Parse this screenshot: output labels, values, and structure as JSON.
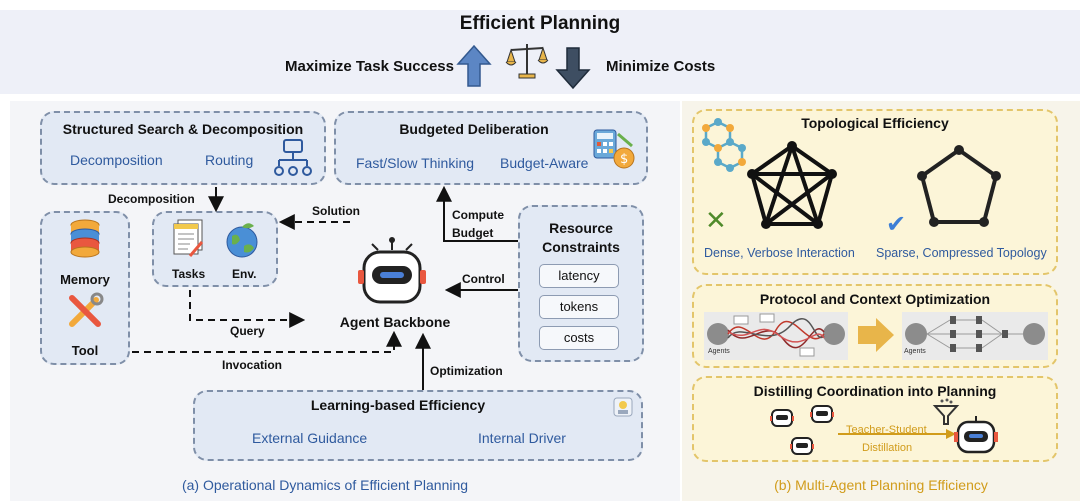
{
  "header": {
    "title": "Efficient Planning",
    "left_label": "Maximize Task Success",
    "right_label": "Minimize Costs"
  },
  "left": {
    "caption": "(a) Operational Dynamics of Efficient Planning",
    "search": {
      "title": "Structured Search & Decomposition",
      "item1": "Decomposition",
      "item2": "Routing"
    },
    "budget": {
      "title": "Budgeted Deliberation",
      "item1": "Fast/Slow Thinking",
      "item2": "Budget-Aware"
    },
    "memory_label": "Memory",
    "tool_label": "Tool",
    "tasks_label": "Tasks",
    "env_label": "Env.",
    "decomposition_arrow": "Decomposition",
    "solution_arrow": "Solution",
    "query_arrow": "Query",
    "invocation_arrow": "Invocation",
    "compute_budget_1": "Compute",
    "compute_budget_2": "Budget",
    "control_arrow": "Control",
    "optimization_arrow": "Optimization",
    "agent_label": "Agent Backbone",
    "resource": {
      "title1": "Resource",
      "title2": "Constraints",
      "chips": [
        "latency",
        "tokens",
        "costs"
      ]
    },
    "learning": {
      "title": "Learning-based Efficiency",
      "item1": "External Guidance",
      "item2": "Internal Driver"
    }
  },
  "right": {
    "caption": "(b) Multi-Agent Planning Efficiency",
    "topo": {
      "title": "Topological Efficiency",
      "left_label": "Dense, Verbose Interaction",
      "right_label": "Sparse, Compressed Topology"
    },
    "protocol": {
      "title": "Protocol and Context Optimization",
      "agents_left": "Agents",
      "agents_right": "Agents"
    },
    "distill": {
      "title": "Distilling Coordination into Planning",
      "arrow_top": "Teacher-Student",
      "arrow_bottom": "Distillation"
    }
  },
  "colors": {
    "accent_blue": "#2f5a9e",
    "gold": "#d19c1b",
    "panel_blue": "#e2e9f4",
    "panel_gold": "#fcf5d8"
  }
}
